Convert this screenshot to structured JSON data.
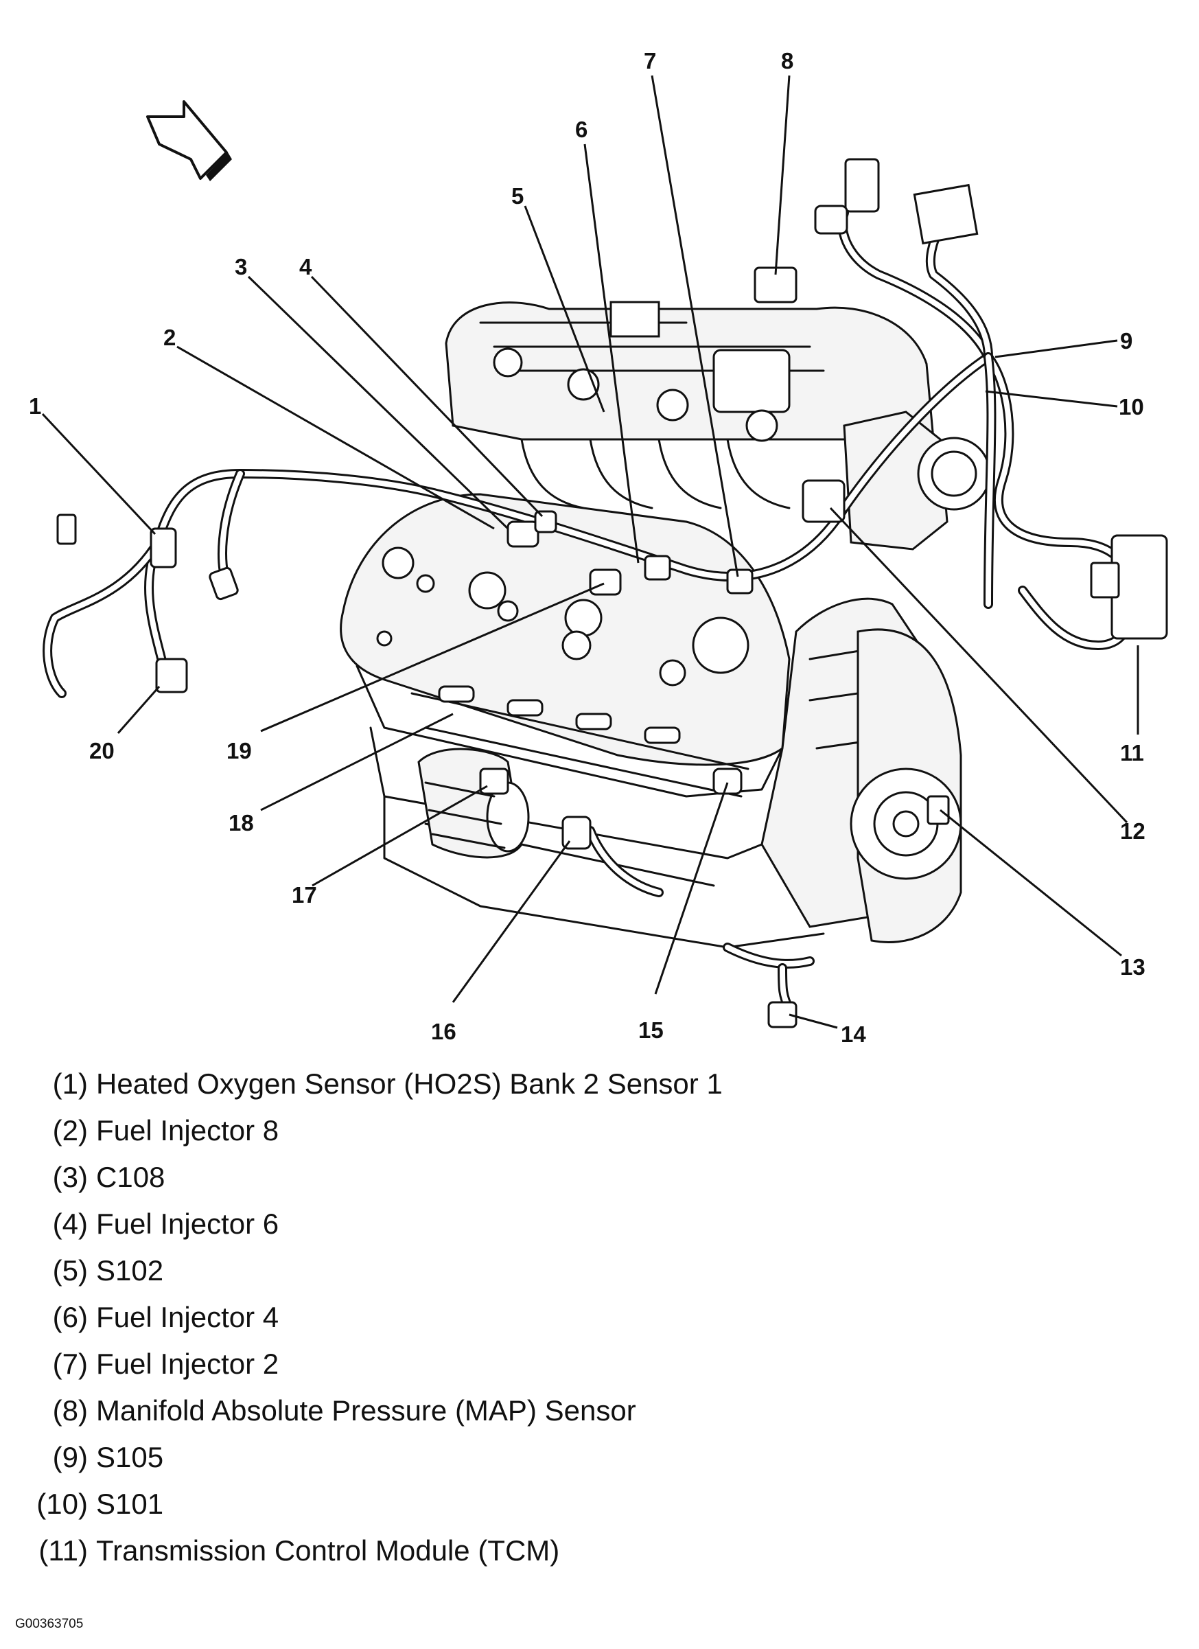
{
  "callouts": {
    "c1": "1",
    "c2": "2",
    "c3": "3",
    "c4": "4",
    "c5": "5",
    "c6": "6",
    "c7": "7",
    "c8": "8",
    "c9": "9",
    "c10": "10",
    "c11": "11",
    "c12": "12",
    "c13": "13",
    "c14": "14",
    "c15": "15",
    "c16": "16",
    "c17": "17",
    "c18": "18",
    "c19": "19",
    "c20": "20"
  },
  "legend": [
    {
      "num": "(1)",
      "label": "Heated Oxygen Sensor (HO2S) Bank 2 Sensor 1"
    },
    {
      "num": "(2)",
      "label": "Fuel Injector 8"
    },
    {
      "num": "(3)",
      "label": "C108"
    },
    {
      "num": "(4)",
      "label": "Fuel Injector 6"
    },
    {
      "num": "(5)",
      "label": "S102"
    },
    {
      "num": "(6)",
      "label": "Fuel Injector 4"
    },
    {
      "num": "(7)",
      "label": "Fuel Injector 2"
    },
    {
      "num": "(8)",
      "label": "Manifold Absolute Pressure (MAP) Sensor"
    },
    {
      "num": "(9)",
      "label": "S105"
    },
    {
      "num": "(10)",
      "label": "S101"
    },
    {
      "num": "(11)",
      "label": "Transmission Control Module (TCM)"
    }
  ],
  "figure_id": "G00363705",
  "colors": {
    "ink": "#111111",
    "background": "#ffffff"
  }
}
